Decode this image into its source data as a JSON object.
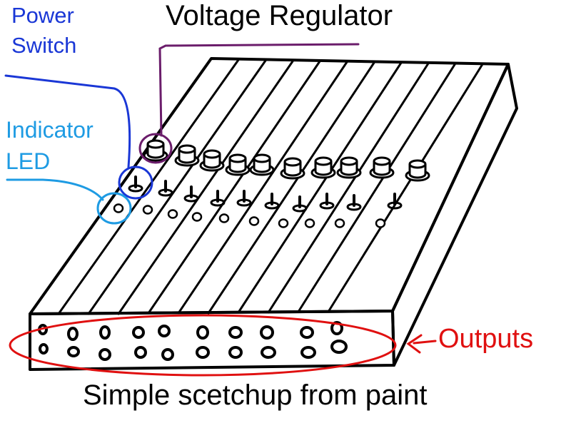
{
  "labels": {
    "power_switch_line1": "Power",
    "power_switch_line2": "Switch",
    "voltage_regulator": "Voltage Regulator",
    "indicator_line1": "Indicator",
    "indicator_line2": "LED",
    "outputs": "Outputs",
    "caption": "Simple scetchup from paint"
  },
  "colors": {
    "outline": "#000000",
    "power_switch": "#1a37d6",
    "voltage_regulator": "#6b1d6b",
    "indicator_led": "#1e9be3",
    "outputs": "#e01010"
  }
}
